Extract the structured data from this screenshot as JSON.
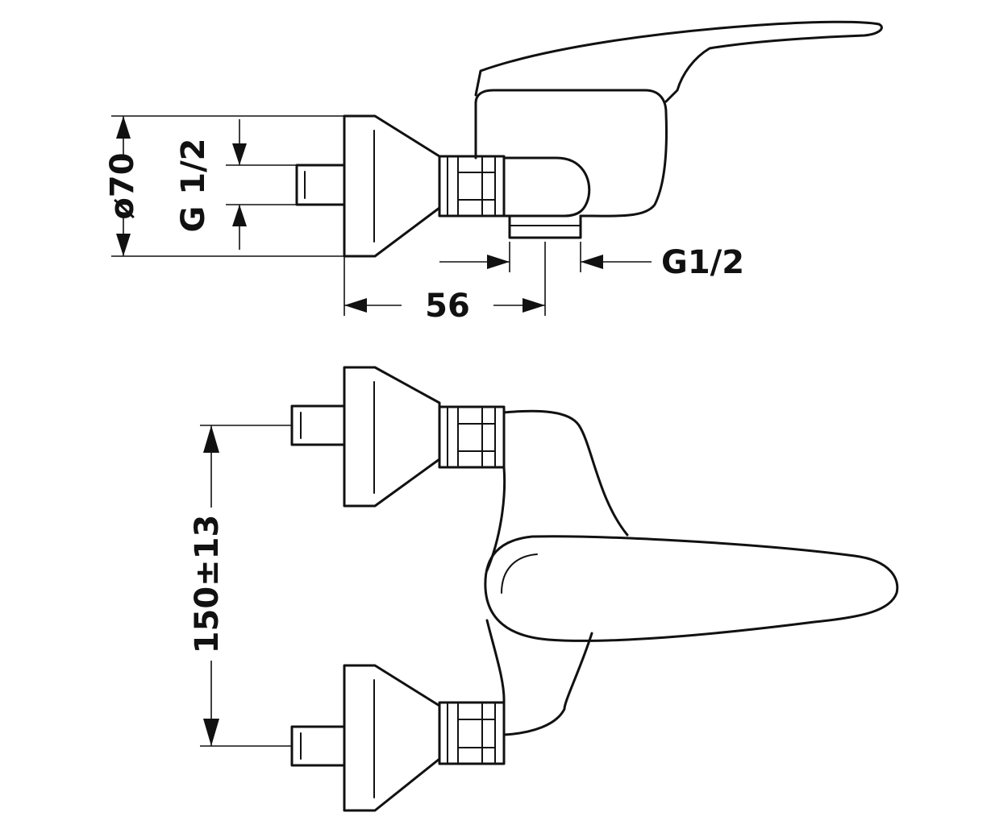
{
  "dimensions": {
    "outer_diameter": "ø70",
    "inlet_thread": "G 1/2",
    "outlet_thread": "G1/2",
    "depth": "56",
    "center_distance": "150±13"
  },
  "colors": {
    "line": "#111111",
    "background": "#ffffff"
  }
}
